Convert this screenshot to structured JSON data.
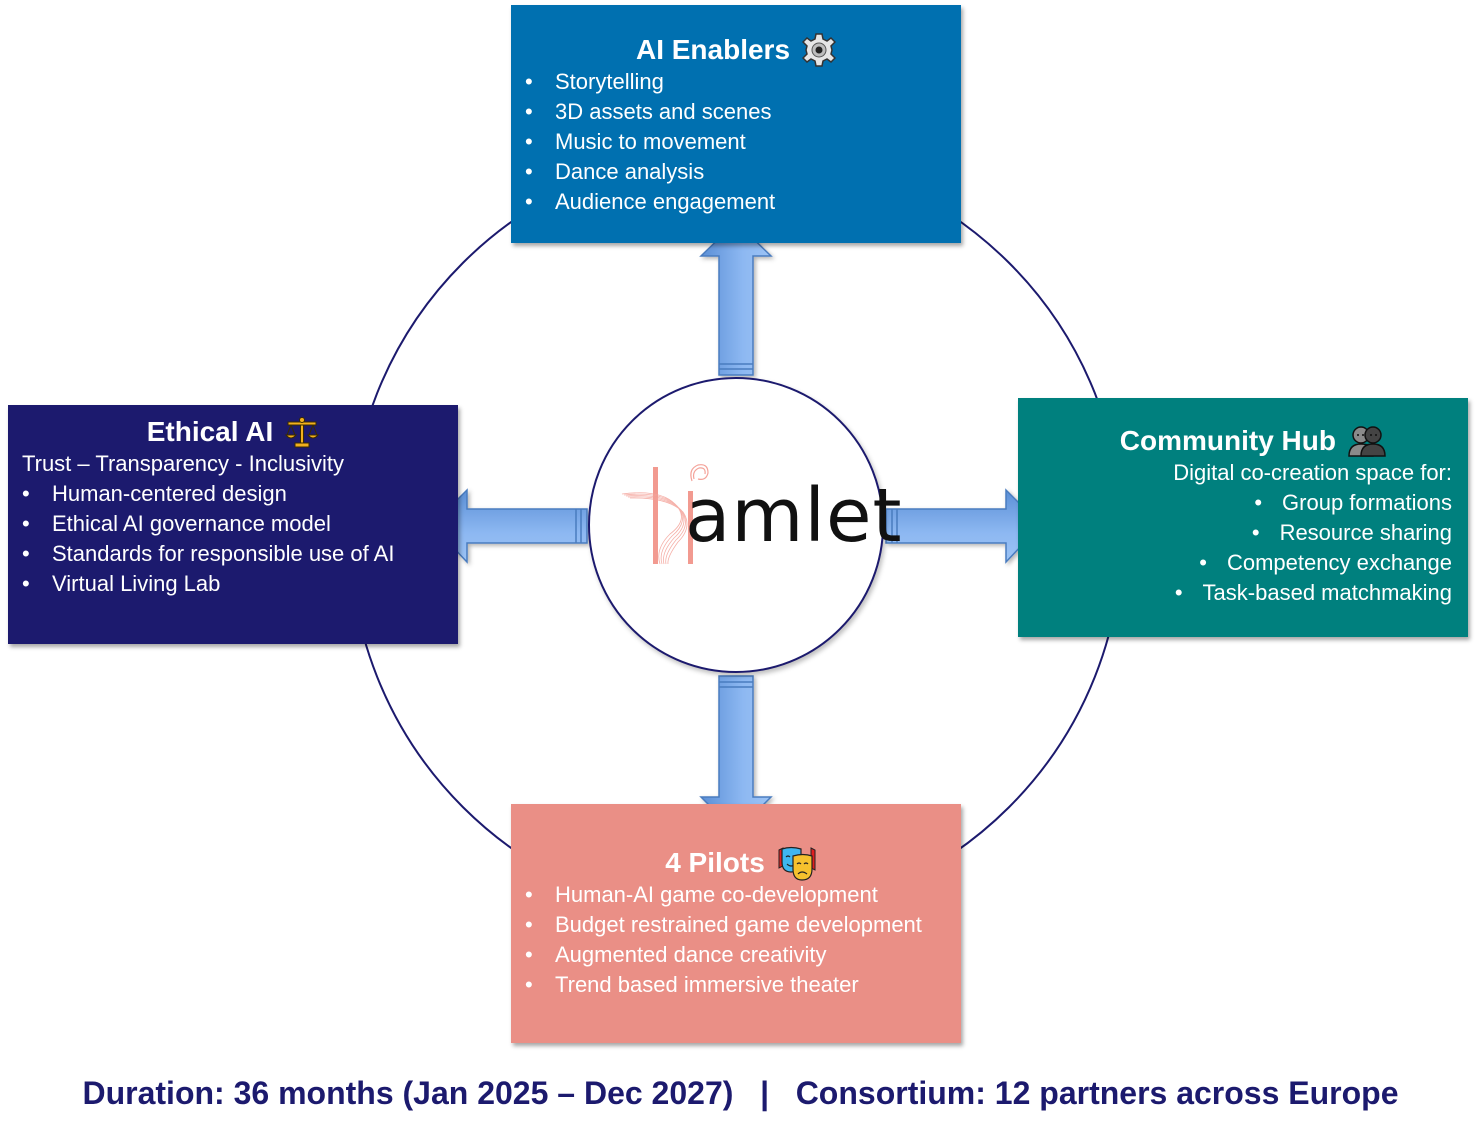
{
  "colors": {
    "enablers": "#0070b0",
    "ethical": "#1c1a6e",
    "community": "#00807e",
    "pilots": "#ea8f86",
    "arrow_fill": "#7fadea",
    "arrow_stroke": "#4a7cbf",
    "ring": "#1c1a6e",
    "footer": "#1c1a6e"
  },
  "center": {
    "logo_text": "amlet",
    "logo_icon": "hamlet-h-logo"
  },
  "boxes": {
    "enablers": {
      "title": "AI Enablers",
      "icon": "gear-icon",
      "items": [
        "Storytelling",
        "3D assets and scenes",
        "Music to movement",
        "Dance analysis",
        "Audience engagement"
      ]
    },
    "ethical": {
      "title": "Ethical AI",
      "icon": "balance-scale-icon",
      "subtitle": "Trust – Transparency - Inclusivity",
      "items": [
        "Human-centered design",
        "Ethical AI governance model",
        "Standards for responsible use of AI",
        "Virtual Living Lab"
      ]
    },
    "community": {
      "title": "Community Hub",
      "icon": "people-icon",
      "subtitle": "Digital co-creation space for:",
      "items": [
        "Group formations",
        "Resource sharing",
        "Competency exchange",
        "Task-based matchmaking"
      ]
    },
    "pilots": {
      "title": "4 Pilots",
      "icon": "theater-masks-icon",
      "items": [
        "Human-AI game co-development",
        "Budget restrained game development",
        "Augmented dance creativity",
        "Trend based immersive theater"
      ]
    }
  },
  "bullet": "•",
  "footer": {
    "duration": "Duration: 36 months (Jan 2025 – Dec 2027)",
    "separator": "   |   ",
    "consortium": "Consortium: 12 partners across Europe"
  }
}
